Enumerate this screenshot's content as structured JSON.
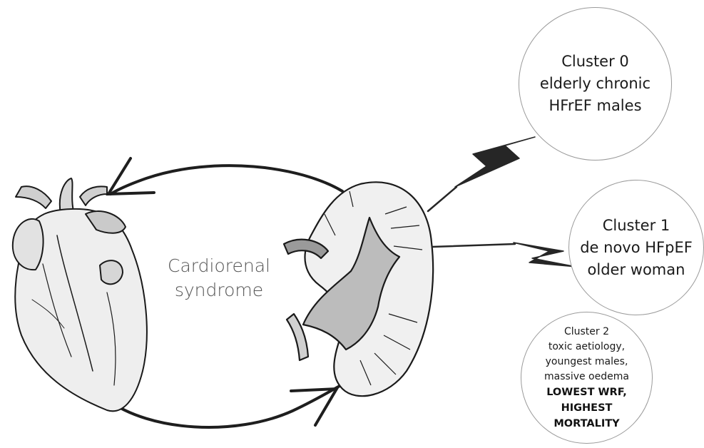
{
  "center_label": {
    "line1": "Cardiorenal",
    "line2": "syndrome"
  },
  "clusters": [
    {
      "lines": [
        "Cluster 0",
        "elderly chronic",
        "HFrEF males"
      ]
    },
    {
      "lines": [
        "Cluster 1",
        "de novo HFpEF",
        "older woman"
      ]
    },
    {
      "lines": [
        "Cluster 2",
        "toxic aetiology,",
        "youngest males,",
        "massive oedema"
      ],
      "bold_lines": [
        "LOWEST WRF,",
        "HIGHEST",
        "MORTALITY"
      ]
    }
  ],
  "colors": {
    "ink": "#1a1a1a",
    "circle_border": "#9a9a9a",
    "label_gray": "#555555"
  },
  "icons": [
    "heart-icon",
    "kidney-icon",
    "lightning-bolt-icon"
  ]
}
